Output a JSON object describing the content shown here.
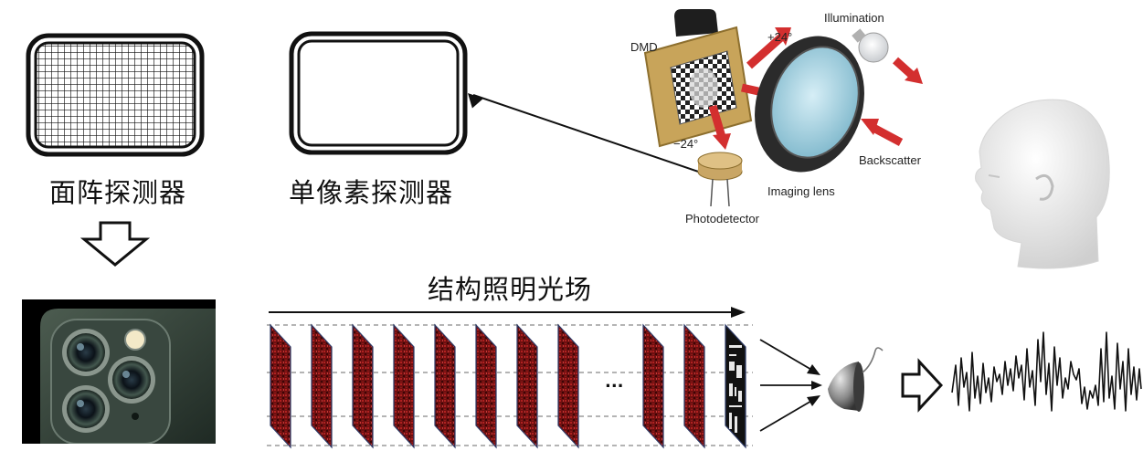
{
  "labels": {
    "area_array_detector": "面阵探测器",
    "single_pixel_detector": "单像素探测器",
    "structured_illumination": "结构照明光场",
    "ellipsis": "..."
  },
  "apparatus": {
    "dmd": "DMD",
    "plus_angle": "+24°",
    "minus_angle": "−24°",
    "illumination": "Illumination",
    "backscatter": "Backscatter",
    "imaging_lens": "Imaging lens",
    "photodetector": "Photodetector"
  },
  "colors": {
    "pattern_red": "#7a1212",
    "arrow_red": "#d32f2f",
    "dmd_gold": "#c8a45a",
    "lens_blue": "#9fd0e0"
  }
}
